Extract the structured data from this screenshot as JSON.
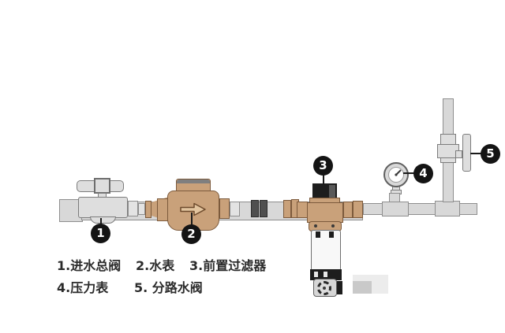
{
  "legend": {
    "row1": [
      "1.进水总阀",
      "2.水表",
      "3.前置过滤器"
    ],
    "row2": [
      "4.压力表",
      "5. 分路水阀"
    ]
  },
  "callouts": [
    {
      "number": "1"
    },
    {
      "number": "2"
    },
    {
      "number": "3"
    },
    {
      "number": "4"
    },
    {
      "number": "5"
    }
  ],
  "colors": {
    "pipe_gray": "#d8d8d8",
    "valve_gray": "#dedede",
    "brass": "#c9a17a",
    "dark_fitting": "#4f4f4f",
    "filter_cap_black": "#1d1d1d",
    "callout_bg": "#141414",
    "callout_text": "#ffffff",
    "label_text": "#2b2b2b",
    "background": "#ffffff"
  }
}
